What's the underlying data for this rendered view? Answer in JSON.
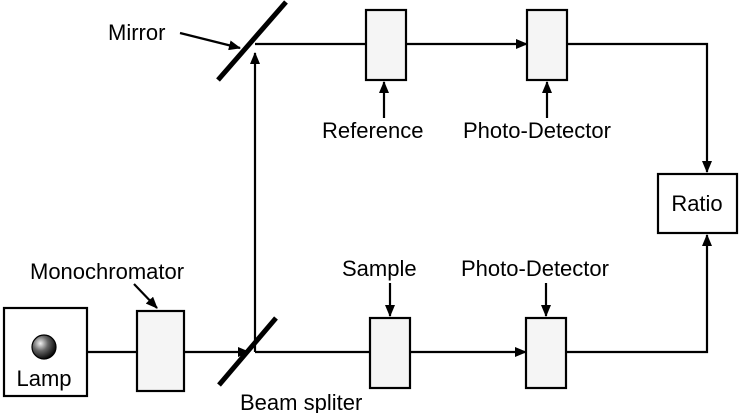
{
  "labels": {
    "mirror": "Mirror",
    "reference": "Reference",
    "photo_detector_top": "Photo-Detector",
    "ratio": "Ratio",
    "monochromator": "Monochromator",
    "sample": "Sample",
    "photo_detector_bottom": "Photo-Detector",
    "lamp": "Lamp",
    "beam_splitter": "Beam spliter"
  },
  "icons": {
    "lamp_bulb": "lamp-bulb-icon"
  },
  "colors": {
    "stroke": "#000000",
    "box_fill": "#f5f5f5",
    "background": "#ffffff"
  }
}
